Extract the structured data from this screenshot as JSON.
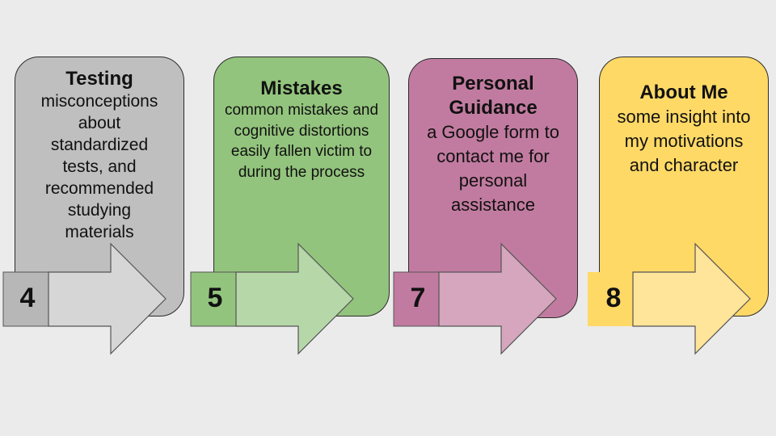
{
  "steps": [
    {
      "number": "4",
      "title": "Testing",
      "description": "misconceptions about standardized tests, and recommended studying materials",
      "card_color": "#bfbfbf",
      "tab_color": "#b7b7b7",
      "arrow_color": "#d6d6d6"
    },
    {
      "number": "5",
      "title": "Mistakes",
      "description": "common mistakes and cognitive distortions easily fallen victim to during the process",
      "card_color": "#93c47d",
      "tab_color": "#93c47d",
      "arrow_color": "#b6d7a8"
    },
    {
      "number": "7",
      "title": "Personal Guidance",
      "description": "a Google form to contact me for personal assistance",
      "card_color": "#c27ba0",
      "tab_color": "#c27ba0",
      "arrow_color": "#d5a6bd"
    },
    {
      "number": "8",
      "title": "About Me",
      "description": "some insight into my motivations and character",
      "card_color": "#ffd966",
      "tab_color": "#ffd966",
      "arrow_color": "#ffe599"
    }
  ]
}
